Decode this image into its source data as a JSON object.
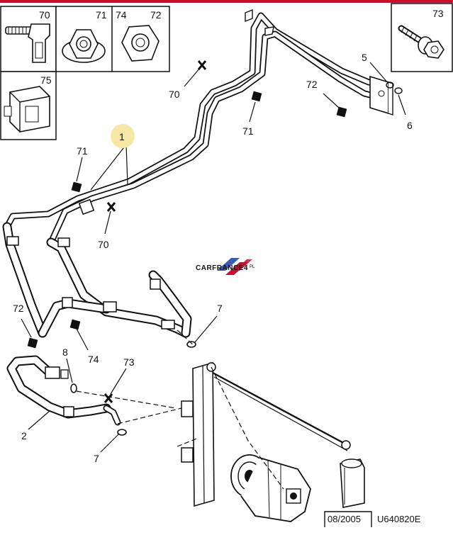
{
  "brand": {
    "watermark": "CARFRANCE4",
    "watermark_suffix": "PL",
    "accent_red": "#c8102e",
    "accent_blue": "#3b5bb5",
    "highlight": "#f6e7a6"
  },
  "inset_boxes": {
    "box_70": {
      "label": "70"
    },
    "box_71_74_72": {
      "label_71": "71",
      "label_74": "74",
      "label_72": "72"
    },
    "box_75": {
      "label": "75"
    },
    "box_73": {
      "label": "73"
    }
  },
  "callouts": {
    "c1": "1",
    "c70_top": "70",
    "c71_right": "71",
    "c72_right": "72",
    "c5": "5",
    "c6": "6",
    "c71_left": "71",
    "c70_left": "70",
    "c72_left": "72",
    "c74": "74",
    "c8": "8",
    "c73": "73",
    "c7_mid": "7",
    "c2": "2",
    "c7_low": "7"
  },
  "footer": {
    "date": "08/2005",
    "reference": "U640820E"
  }
}
